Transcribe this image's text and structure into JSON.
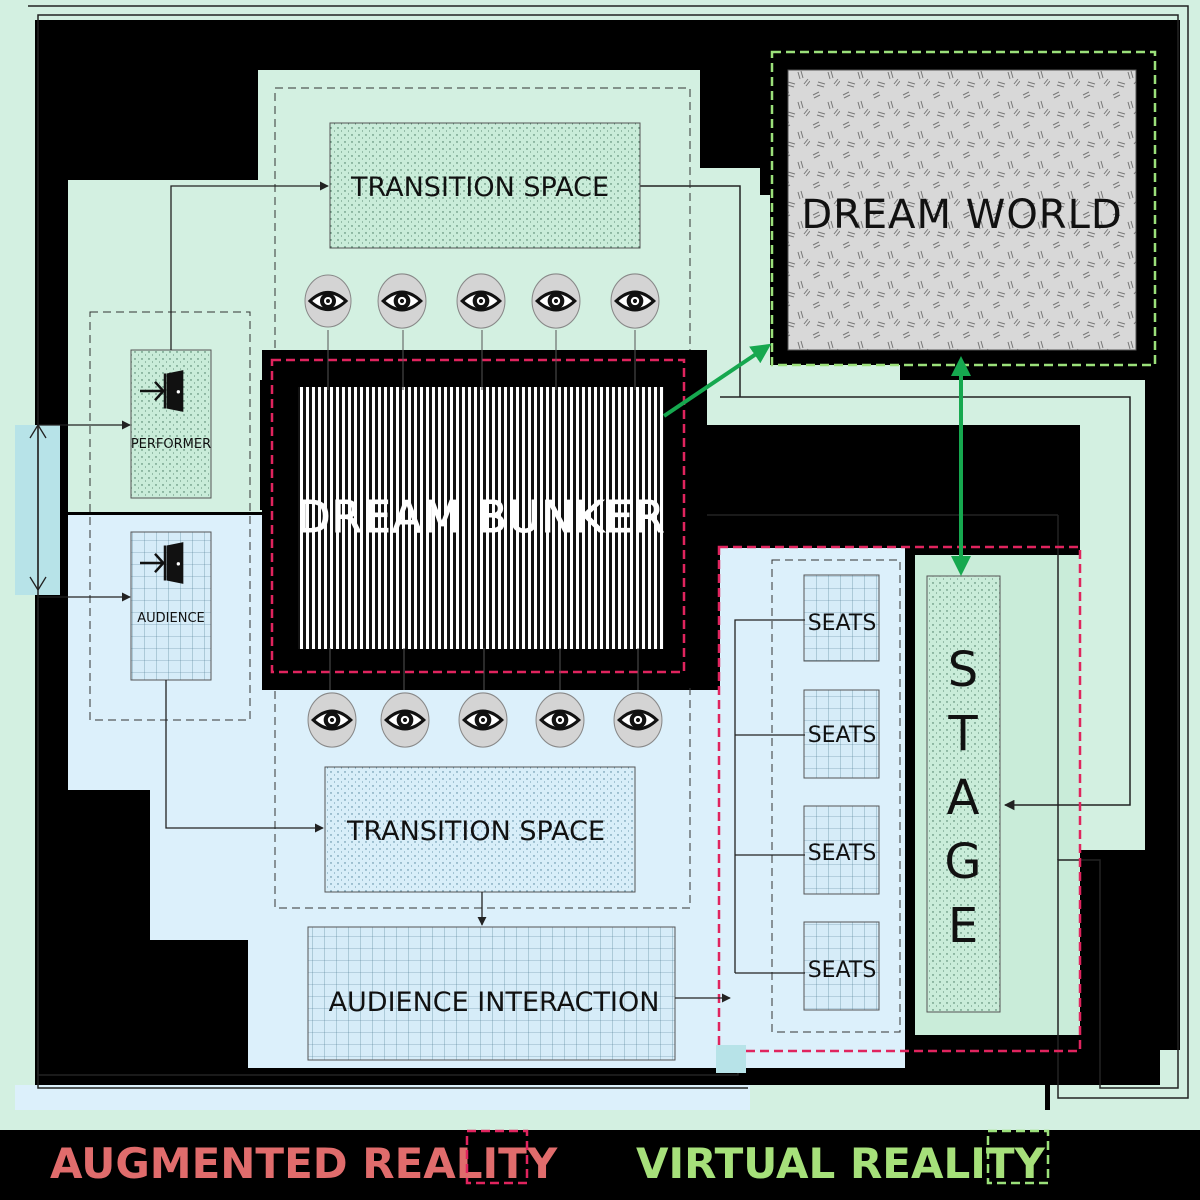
{
  "labels": {
    "transition_top": "TRANSITION SPACE",
    "transition_bottom": "TRANSITION SPACE",
    "dream_world": "DREAM WORLD",
    "dream_bunker": "DREAM BUNKER",
    "performer": "PERFORMER",
    "audience": "AUDIENCE",
    "seats": [
      "SEATS",
      "SEATS",
      "SEATS",
      "SEATS"
    ],
    "stage": "STAGE",
    "audience_interaction": "AUDIENCE INTERACTION"
  },
  "legend": {
    "augmented": "AUGMENTED REALITY",
    "virtual": "VIRTUAL REALITY"
  },
  "colors": {
    "green_zone": "#d3f0e1",
    "blue_zone": "#dcf0fb",
    "ar_dash": "#e0245e",
    "vr_dash": "#9be07a",
    "arrow_green": "#16a84f",
    "legend_ar_text": "#e06c6c",
    "legend_vr_text": "#a6e07a"
  },
  "icons": [
    "eye-icon",
    "door-enter-icon"
  ]
}
